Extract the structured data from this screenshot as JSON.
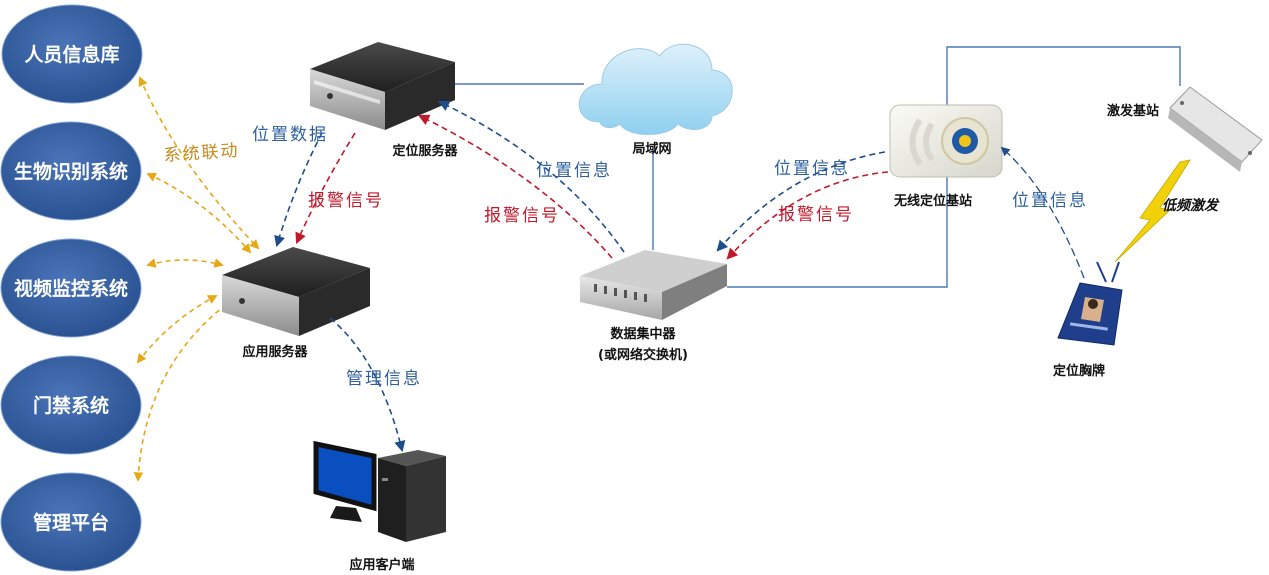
{
  "systems": [
    {
      "label": "人员信息库"
    },
    {
      "label": "生物识别系统"
    },
    {
      "label": "视频监控系统"
    },
    {
      "label": "门禁系统"
    },
    {
      "label": "管理平台"
    }
  ],
  "nodes": {
    "positioning_server": "定位服务器",
    "app_server": "应用服务器",
    "app_client": "应用客户端",
    "lan": "局域网",
    "data_concentrator": "数据集中器",
    "data_concentrator_sub": "(或网络交换机)",
    "wireless_base_station": "无线定位基站",
    "excitation_base_station": "激发基站",
    "positioning_badge": "定位胸牌"
  },
  "labels": {
    "system_linkage": "系统联动",
    "position_data": "位置数据",
    "alarm_signal_left": "报警信号",
    "management_info": "管理信息",
    "position_info_center": "位置信息",
    "alarm_signal_center": "报警信号",
    "position_info_right": "位置信息",
    "alarm_signal_right": "报警信号",
    "position_info_badge": "位置信息",
    "low_freq_excitation": "低频激发"
  },
  "colors": {
    "ellipse_blue": "#2f5597",
    "linkage_orange": "#e6a817",
    "info_blue": "#2e5f9e",
    "alarm_red": "#c0192b",
    "line_blue": "#4a78b5",
    "lightning_yellow": "#f1d20a"
  }
}
